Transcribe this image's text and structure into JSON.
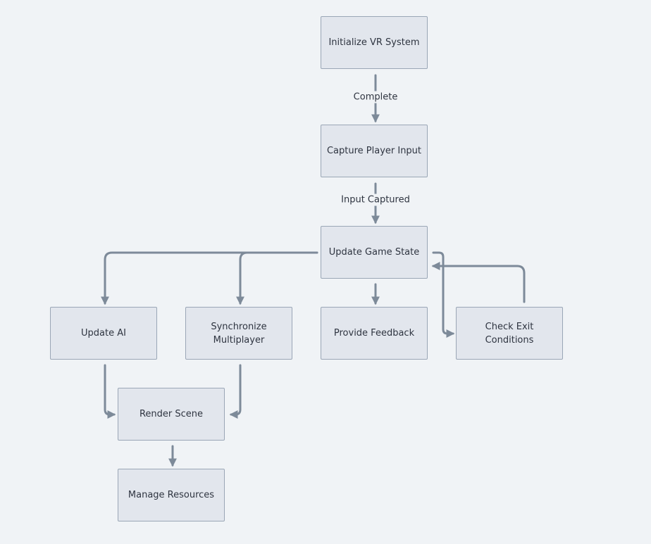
{
  "diagram": {
    "nodes": {
      "init": "Initialize VR System",
      "capture": "Capture Player Input",
      "update_state": "Update Game State",
      "update_ai": "Update AI",
      "sync": "Synchronize Multiplayer",
      "feedback": "Provide Feedback",
      "exit": "Check Exit Conditions",
      "render": "Render Scene",
      "manage": "Manage Resources"
    },
    "edge_labels": {
      "init_to_capture": "Complete",
      "capture_to_update": "Input Captured"
    },
    "colors": {
      "background": "#f0f3f6",
      "node_fill": "#e2e6ed",
      "node_border": "#9aa6b6",
      "edge": "#7d8a99",
      "text": "#2e3440"
    }
  }
}
